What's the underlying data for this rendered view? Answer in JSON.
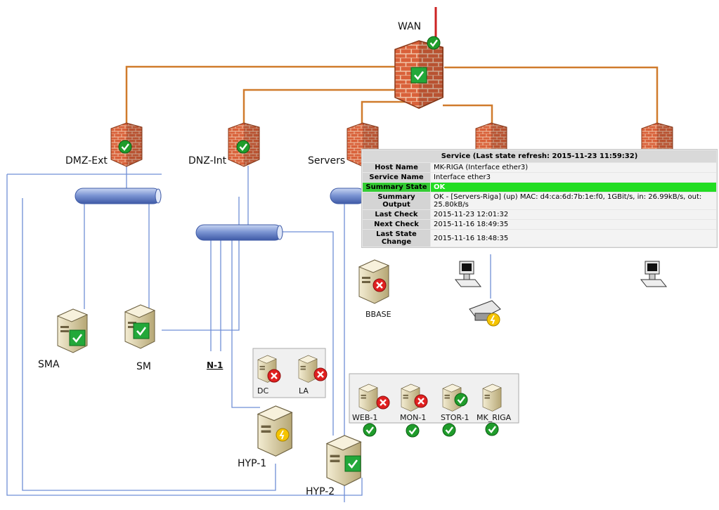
{
  "nodes": {
    "wan": "WAN",
    "dmz_ext": "DMZ-Ext",
    "dnz_int": "DNZ-Int",
    "servers": "Servers",
    "sma": "SMA",
    "sm": "SM",
    "n1": "N-1",
    "dc": "DC",
    "la": "LA",
    "bbase": "BBASE",
    "hyp1": "HYP-1",
    "hyp2": "HYP-2",
    "web1": "WEB-1",
    "mon1": "MON-1",
    "stor1": "STOR-1",
    "mk_riga": "MK_RIGA"
  },
  "tooltip": {
    "title": "Service (Last state refresh: 2015-11-23 11:59:32)",
    "rows": [
      {
        "key": "Host Name",
        "value": "MK-RIGA (Interface ether3)"
      },
      {
        "key": "Service Name",
        "value": "Interface ether3"
      },
      {
        "key": "Summary State",
        "value": "OK"
      },
      {
        "key": "Summary Output",
        "value": "OK - [Servers-Riga] (up) MAC: d4:ca:6d:7b:1e:f0, 1GBit/s, in: 26.99kB/s, out: 25.80kB/s"
      },
      {
        "key": "Last Check",
        "value": "2015-11-23 12:01:32"
      },
      {
        "key": "Next Check",
        "value": "2015-11-16 18:49:35"
      },
      {
        "key": "Last State Change",
        "value": "2015-11-16 18:48:35"
      }
    ]
  },
  "colors": {
    "wan_link": "#cc2222",
    "fw_link": "#d07b2c",
    "lan_link": "#6f8fd6",
    "ok": "#22aa22",
    "critical": "#e02020",
    "warning": "#f5c400"
  }
}
